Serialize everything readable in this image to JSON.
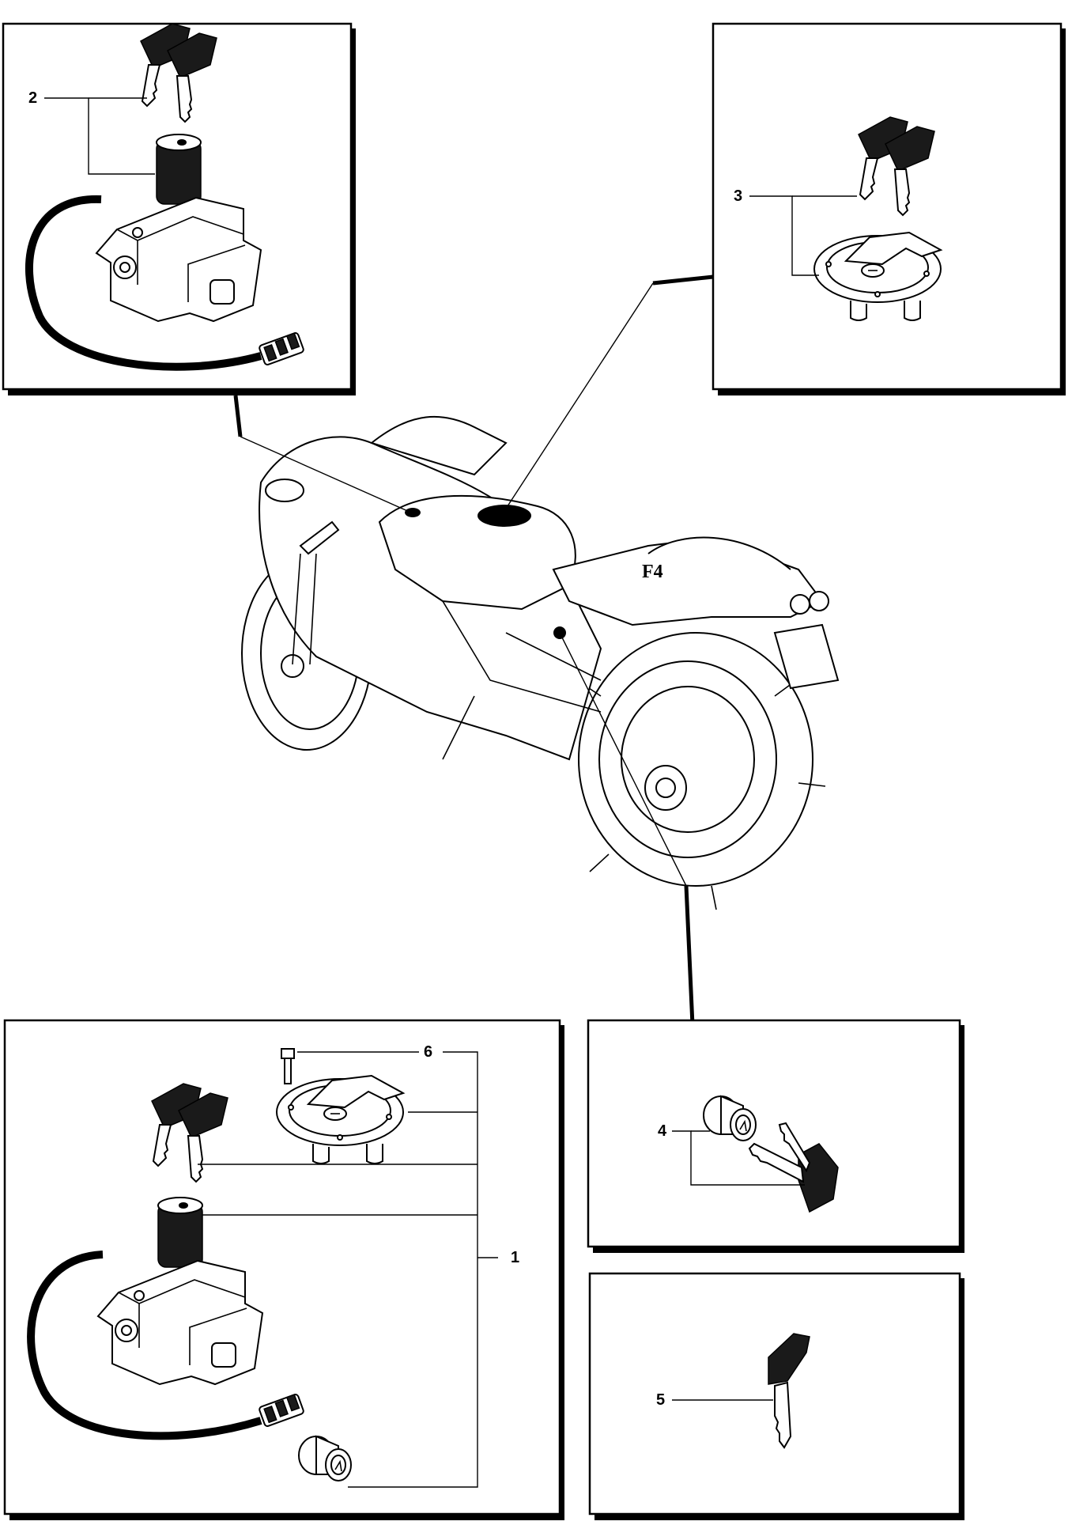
{
  "callouts": {
    "c1": "1",
    "c2": "2",
    "c3": "3",
    "c4": "4",
    "c5": "5",
    "c6": "6"
  },
  "tank_badge": "F4",
  "colors": {
    "ink": "#000000",
    "paper": "#ffffff"
  },
  "icons": {
    "ignition_switch": "ignition-switch-icon",
    "fuel_cap": "fuel-cap-icon",
    "key": "key-icon",
    "seat_lock": "seat-lock-icon",
    "motorcycle": "motorcycle-icon"
  }
}
